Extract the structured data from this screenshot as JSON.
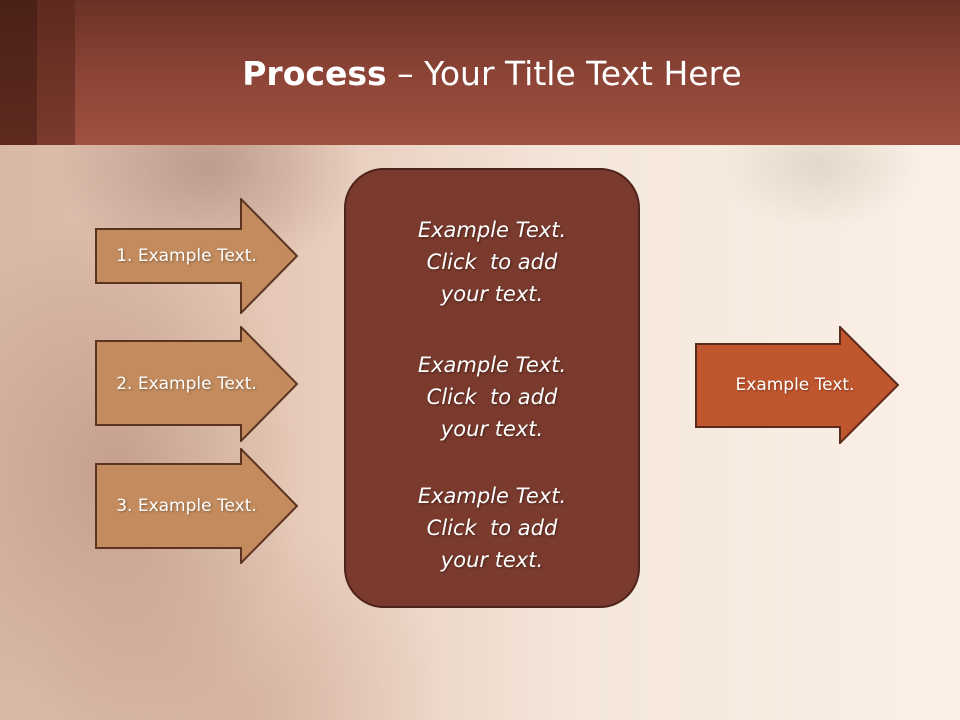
{
  "title": {
    "bold": "Process",
    "sep": " – ",
    "rest": "Your Title Text Here"
  },
  "left_arrows": [
    {
      "label": "1. Example Text."
    },
    {
      "label": "2. Example Text."
    },
    {
      "label": "3. Example Text."
    }
  ],
  "center_blocks": [
    {
      "line1": "Example Text.",
      "line2": "Click  to add",
      "line3": "your text."
    },
    {
      "line1": "Example Text.",
      "line2": "Click  to add",
      "line3": "your text."
    },
    {
      "line1": "Example Text.",
      "line2": "Click  to add",
      "line3": "your text."
    }
  ],
  "right_arrow": {
    "label": "Example Text."
  },
  "colors": {
    "header": "#8e4537",
    "left_arrow_fill": "#c48c5e",
    "left_arrow_border": "#5b3320",
    "center_box": "#7a3a2d",
    "right_arrow_fill": "#c0562d"
  }
}
